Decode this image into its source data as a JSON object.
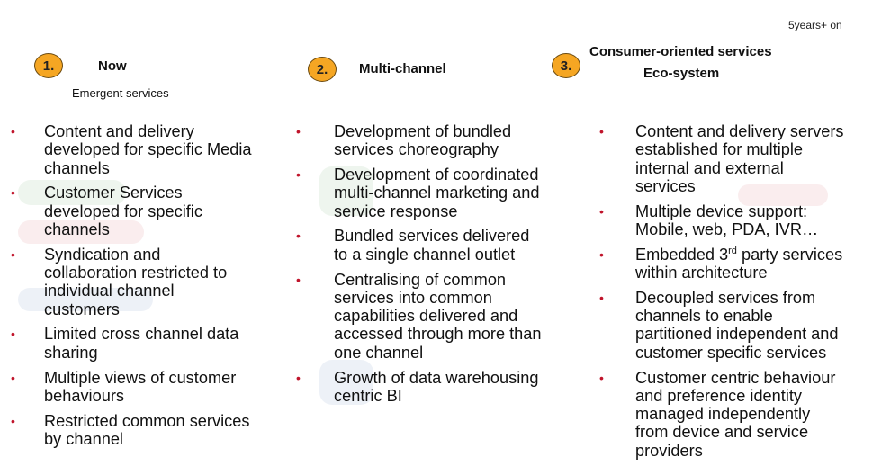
{
  "top_note": "5years+ on",
  "columns": [
    {
      "number": "1.",
      "heading": "Now",
      "subheading": "Emergent services",
      "items": [
        [
          "Content and delivery",
          "developed for specific Media",
          "channels"
        ],
        [
          "Customer Services",
          "developed for specific",
          "channels"
        ],
        [
          "Syndication and",
          "collaboration restricted to",
          "individual channel",
          "customers"
        ],
        [
          "Limited cross channel data",
          "sharing"
        ],
        [
          "Multiple views of customer",
          "behaviours"
        ],
        [
          "Restricted common services",
          "by channel"
        ]
      ]
    },
    {
      "number": "2.",
      "heading": "Multi-channel",
      "items": [
        [
          "Development of bundled",
          "services choreography"
        ],
        [
          "Development of coordinated",
          "multi-channel marketing and",
          "service response"
        ],
        [
          "Bundled services delivered",
          "to a single channel outlet"
        ],
        [
          "Centralising of common",
          "services into common",
          "capabilities delivered and",
          "accessed through more than",
          "one channel"
        ],
        [
          "Growth of data warehousing",
          "centric BI"
        ]
      ]
    },
    {
      "number": "3.",
      "heading": "Consumer-oriented services",
      "heading2": "Eco-system",
      "items": [
        [
          "Content and delivery servers",
          "established for multiple",
          "internal and external",
          "services"
        ],
        [
          "Multiple device support:",
          "Mobile, web, PDA, IVR…"
        ],
        [
          "Embedded 3rd party services",
          "within architecture"
        ],
        [
          "Decoupled services from",
          "channels to enable",
          "partitioned independent and",
          "customer specific services"
        ],
        [
          "Customer centric behaviour",
          "and preference identity",
          "managed independently",
          "from device and service",
          "providers"
        ]
      ]
    }
  ],
  "colors": {
    "badge": "#f5a623",
    "bullet": "#c0142b"
  }
}
